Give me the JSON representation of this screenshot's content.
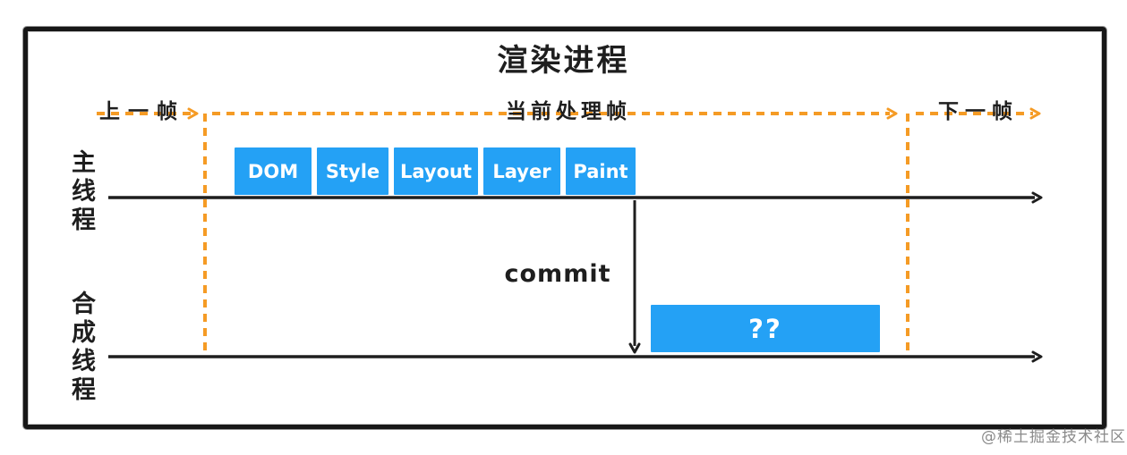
{
  "diagram": {
    "title": "渲染进程",
    "frame_labels": {
      "previous": "上一帧",
      "current": "当前处理帧",
      "next": "下一帧"
    },
    "threads": {
      "main": "主线程",
      "compositor": "合成线程"
    },
    "main_thread_stages": [
      "DOM",
      "Style",
      "Layout",
      "Layer",
      "Paint"
    ],
    "commit_label": "commit",
    "compositor_task_label": "??",
    "watermark": "@稀土掘金技术社区",
    "colors": {
      "stage_blue": "#24A1F5",
      "frame_orange": "#F59B25",
      "line_black": "#1E1E1E"
    }
  }
}
